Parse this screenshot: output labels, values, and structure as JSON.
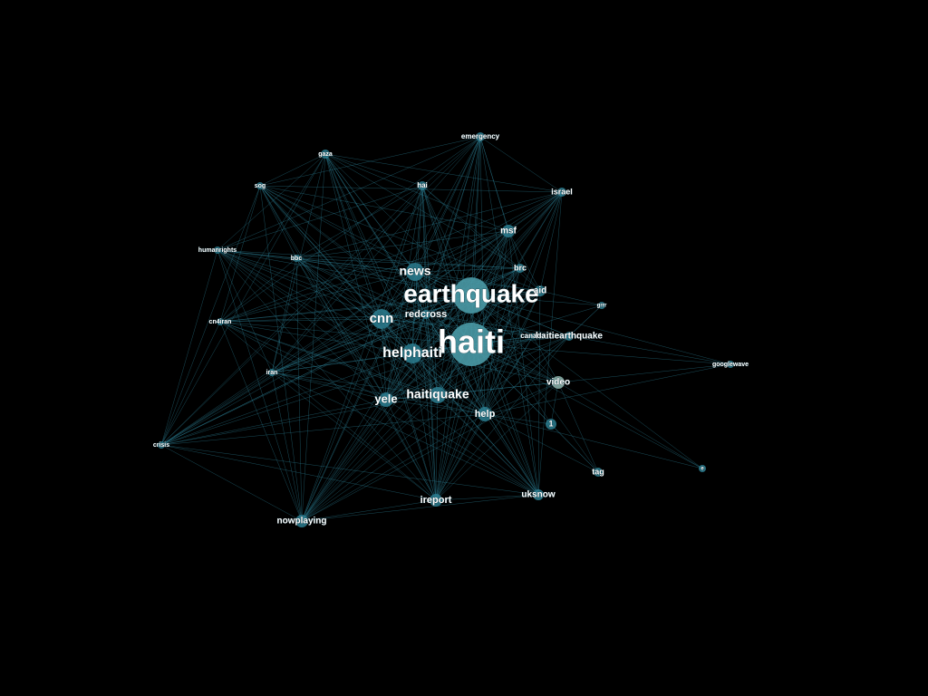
{
  "graph": {
    "background": "#000000",
    "edge_color": "#2f8aa3",
    "node_color": "#2b7e90",
    "label_color": "#ffffff",
    "nodes": [
      {
        "id": "haiti",
        "label": "haiti",
        "weight": 10
      },
      {
        "id": "earthquake",
        "label": "earthquake",
        "weight": 9
      },
      {
        "id": "helphaiti",
        "label": "helphaiti",
        "weight": 6
      },
      {
        "id": "haitiquake",
        "label": "haitiquake",
        "weight": 5
      },
      {
        "id": "cnn",
        "label": "cnn",
        "weight": 5
      },
      {
        "id": "news",
        "label": "news",
        "weight": 5
      },
      {
        "id": "yele",
        "label": "yele",
        "weight": 4
      },
      {
        "id": "help",
        "label": "help",
        "weight": 4
      },
      {
        "id": "video",
        "label": "video",
        "weight": 4
      },
      {
        "id": "ireport",
        "label": "ireport",
        "weight": 4
      },
      {
        "id": "redcross",
        "label": "redcross",
        "weight": 3
      },
      {
        "id": "haitiearthquake",
        "label": "haitiearthquake",
        "weight": 3
      },
      {
        "id": "msf",
        "label": "msf",
        "weight": 3
      },
      {
        "id": "aid",
        "label": "aid",
        "weight": 3
      },
      {
        "id": "uksnow",
        "label": "uksnow",
        "weight": 3
      },
      {
        "id": "nowplaying",
        "label": "nowplaying",
        "weight": 3
      },
      {
        "id": "1",
        "label": "1",
        "weight": 3
      },
      {
        "id": "canada",
        "label": "canada",
        "weight": 2
      },
      {
        "id": "brc",
        "label": "brc",
        "weight": 2
      },
      {
        "id": "tag",
        "label": "tag",
        "weight": 2
      },
      {
        "id": "israel",
        "label": "israel",
        "weight": 2
      },
      {
        "id": "emergency",
        "label": "emergency",
        "weight": 2
      },
      {
        "id": "hai",
        "label": "hai",
        "weight": 2
      },
      {
        "id": "gaza",
        "label": "gaza",
        "weight": 2
      },
      {
        "id": "sog",
        "label": "sog",
        "weight": 2
      },
      {
        "id": "humanrights",
        "label": "humanrights",
        "weight": 2
      },
      {
        "id": "bbc",
        "label": "bbc",
        "weight": 2
      },
      {
        "id": "cn4iran",
        "label": "cn4iran",
        "weight": 2
      },
      {
        "id": "iran",
        "label": "iran",
        "weight": 2
      },
      {
        "id": "crisis",
        "label": "crisis",
        "weight": 2
      },
      {
        "id": "grrr",
        "label": "grrr",
        "weight": 1
      },
      {
        "id": "googlewave",
        "label": "googlewave",
        "weight": 1
      },
      {
        "id": "e",
        "label": "e",
        "weight": 1
      }
    ]
  }
}
